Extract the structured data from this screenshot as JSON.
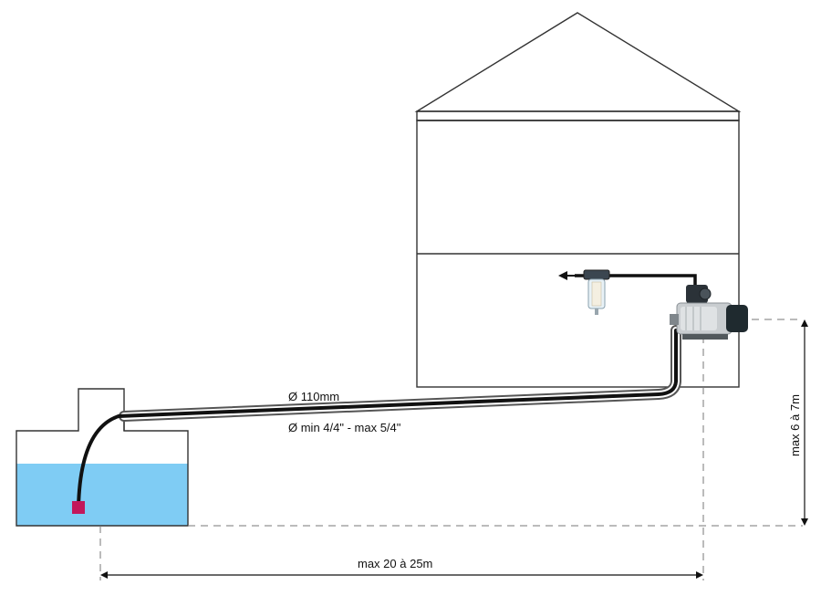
{
  "labels": {
    "pipe_diameter": "Ø 110mm",
    "hose_diameter": "Ø min 4/4\" - max 5/4\"",
    "max_height": "max 6 à 7m",
    "max_distance": "max 20 à 25m"
  },
  "colors": {
    "water": "#7fccf4",
    "suction_valve": "#c2185b",
    "outline": "#333333",
    "pipe": "#111111",
    "dashed": "#777777"
  },
  "icons": [
    "water-tank",
    "house",
    "jet-pump",
    "water-filter",
    "foot-valve",
    "outlet-arrow"
  ]
}
